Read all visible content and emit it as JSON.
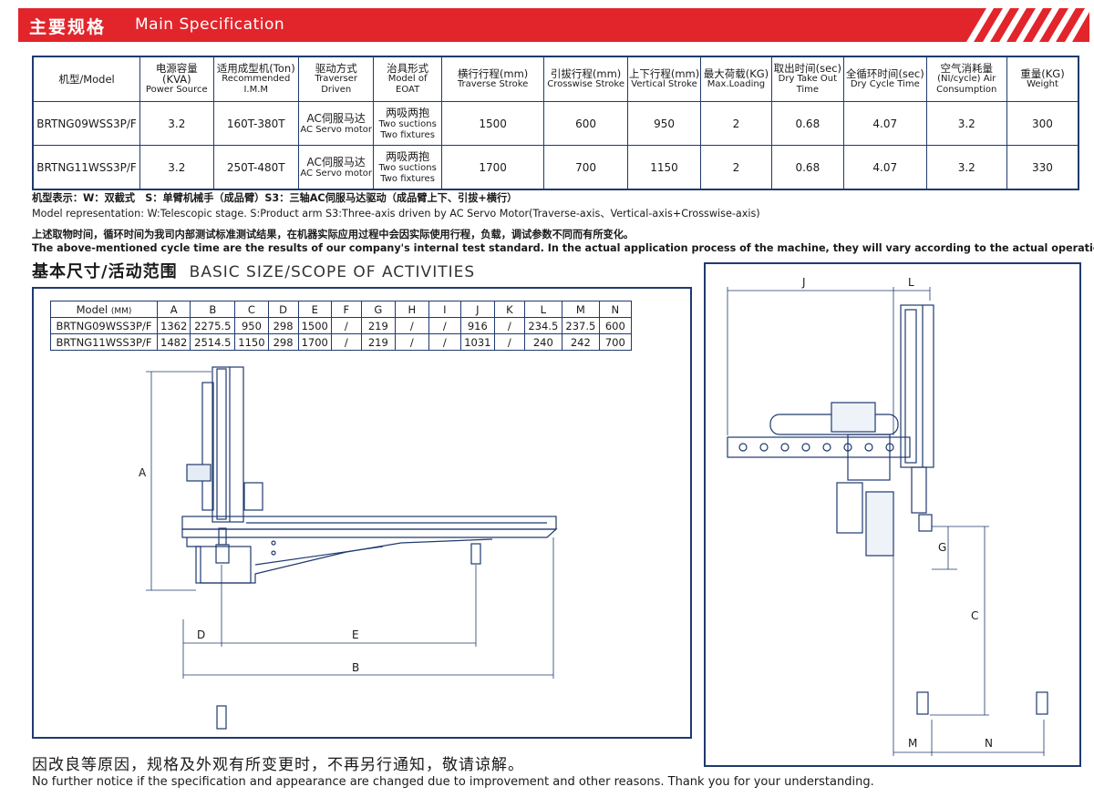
{
  "banner": {
    "title_cn": "主要规格",
    "title_en": "Main Specification",
    "color": "#e2242b"
  },
  "spec_table": {
    "headers": [
      {
        "cn": "机型/Model",
        "en": ""
      },
      {
        "cn": "电源容量(KVA)",
        "en": "Power Source"
      },
      {
        "cn": "适用成型机(Ton)",
        "en": "Recommended I.M.M"
      },
      {
        "cn": "驱动方式",
        "en": "Traverser Driven"
      },
      {
        "cn": "治具形式",
        "en": "Model of EOAT"
      },
      {
        "cn": "横行行程(mm)",
        "en": "Traverse Stroke"
      },
      {
        "cn": "引拔行程(mm)",
        "en": "Crosswise Stroke"
      },
      {
        "cn": "上下行程(mm)",
        "en": "Vertical Stroke"
      },
      {
        "cn": "最大荷载(KG)",
        "en": "Max.Loading"
      },
      {
        "cn": "取出时间(sec)",
        "en": "Dry Take Out Time"
      },
      {
        "cn": "全循环时间(sec)",
        "en": "Dry Cycle Time"
      },
      {
        "cn": "空气消耗量",
        "en": "(NI/cycle) Air Consumption"
      },
      {
        "cn": "重量(KG)",
        "en": "Weight"
      }
    ],
    "rows": [
      {
        "model": "BRTNG09WSS3P/F",
        "power": "3.2",
        "imm": "160T-380T",
        "driven_cn": "AC伺服马达",
        "driven_en": "AC Servo motor",
        "eoat_cn": "两吸两抱",
        "eoat_en": "Two suctions Two fixtures",
        "traverse": "1500",
        "crosswise": "600",
        "vertical": "950",
        "max_load": "2",
        "take_out": "0.68",
        "cycle": "4.07",
        "air": "3.2",
        "weight": "300"
      },
      {
        "model": "BRTNG11WSS3P/F",
        "power": "3.2",
        "imm": "250T-480T",
        "driven_cn": "AC伺服马达",
        "driven_en": "AC Servo motor",
        "eoat_cn": "两吸两抱",
        "eoat_en": "Two suctions Two fixtures",
        "traverse": "1700",
        "crosswise": "700",
        "vertical": "1150",
        "max_load": "2",
        "take_out": "0.68",
        "cycle": "4.07",
        "air": "3.2",
        "weight": "330"
      }
    ]
  },
  "notes": {
    "model_cn": "机型表示：W：双截式　S：单臂机械手（成品臂）S3：三轴AC伺服马达驱动（成品臂上下、引拔+横行）",
    "model_en": "Model representation: W:Telescopic stage. S:Product arm S3:Three-axis driven by AC Servo Motor(Traverse-axis、Vertical-axis+Crosswise-axis)",
    "cycle_cn": "上述取物时间，循环时间为我司内部测试标准测试结果，在机器实际应用过程中会因实际使用行程，负载，调试参数不同而有所变化。",
    "cycle_en": "The above-mentioned cycle time are the results of our company's internal test standard. In the actual application process of the machine, they will vary according to the actual operation."
  },
  "basic_size": {
    "title_cn": "基本尺寸/活动范围",
    "title_en": "BASIC SIZE/SCOPE OF ACTIVITIES",
    "table": {
      "model_label": "Model",
      "unit": "(MM)",
      "columns": [
        "A",
        "B",
        "C",
        "D",
        "E",
        "F",
        "G",
        "H",
        "I",
        "J",
        "K",
        "L",
        "M",
        "N"
      ],
      "rows": [
        {
          "model": "BRTNG09WSS3P/F",
          "values": [
            "1362",
            "2275.5",
            "950",
            "298",
            "1500",
            "/",
            "219",
            "/",
            "/",
            "916",
            "/",
            "234.5",
            "237.5",
            "600"
          ]
        },
        {
          "model": "BRTNG11WSS3P/F",
          "values": [
            "1482",
            "2514.5",
            "1150",
            "298",
            "1700",
            "/",
            "219",
            "/",
            "/",
            "1031",
            "/",
            "240",
            "242",
            "700"
          ]
        }
      ]
    },
    "left_labels": {
      "a": "A",
      "d": "D",
      "e": "E",
      "b": "B"
    },
    "right_labels": {
      "j": "J",
      "l": "L",
      "g": "G",
      "c": "C",
      "m": "M",
      "n": "N"
    }
  },
  "footer": {
    "cn": "因改良等原因，规格及外观有所变更时，不再另行通知，敬请谅解。",
    "en": "No further notice if the specification and appearance are changed due to improvement and other reasons. Thank you for your understanding."
  }
}
